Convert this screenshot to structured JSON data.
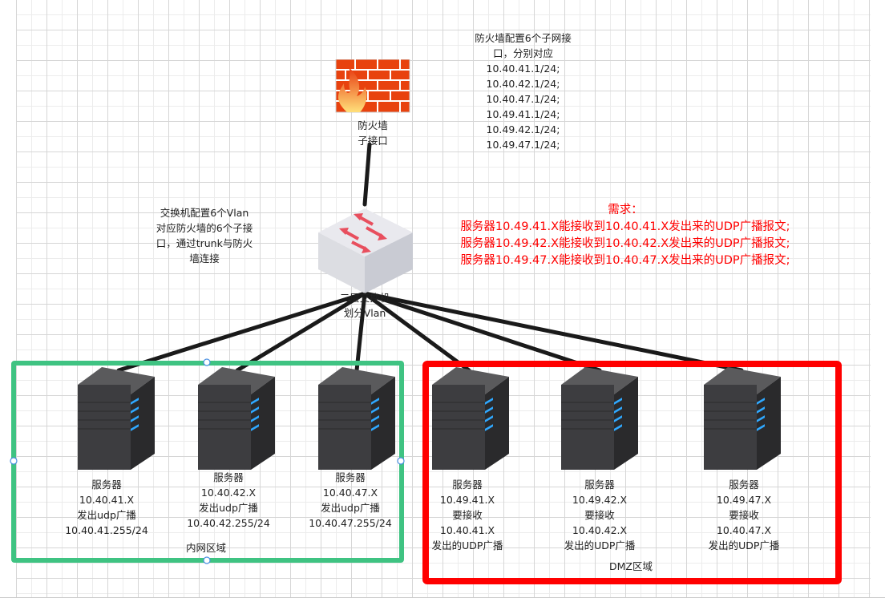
{
  "firewall": {
    "label": [
      "防火墙",
      "子接口"
    ],
    "note": [
      "防火墙配置6个子网接",
      "口，分别对应",
      "10.40.41.1/24;",
      "10.40.42.1/24;",
      "10.40.47.1/24;",
      "10.49.41.1/24;",
      "10.49.42.1/24;",
      "10.49.47.1/24;"
    ]
  },
  "switch": {
    "label": [
      "二层交换机",
      "划分Vlan"
    ],
    "note": [
      "交换机配置6个Vlan",
      "对应防火墙的6个子接",
      "口，通过trunk与防火",
      "墙连接"
    ]
  },
  "requirement": [
    "需求：",
    "服务器10.49.41.X能接收到10.40.41.X发出来的UDP广播报文;",
    "服务器10.49.42.X能接收到10.40.42.X发出来的UDP广播报文;",
    "服务器10.49.47.X能接收到10.40.47.X发出来的UDP广播报文;"
  ],
  "zones": {
    "internal": {
      "label": "内网区域",
      "color": "#3fc382"
    },
    "dmz": {
      "label": "DMZ区域",
      "color": "#ff0000"
    }
  },
  "servers": [
    {
      "lines": [
        "服务器",
        "10.40.41.X",
        "发出udp广播",
        "10.40.41.255/24"
      ]
    },
    {
      "lines": [
        "服务器",
        "10.40.42.X",
        "发出udp广播",
        "10.40.42.255/24"
      ]
    },
    {
      "lines": [
        "服务器",
        "10.40.47.X",
        "发出udp广播",
        "10.40.47.255/24"
      ]
    },
    {
      "lines": [
        "服务器",
        "10.49.41.X",
        "要接收",
        "10.40.41.X",
        "发出的UDP广播"
      ]
    },
    {
      "lines": [
        "服务器",
        "10.49.42.X",
        "要接收",
        "10.40.42.X",
        "发出的UDP广播"
      ]
    },
    {
      "lines": [
        "服务器",
        "10.49.47.X",
        "要接收",
        "10.40.47.X",
        "发出的UDP广播"
      ]
    }
  ]
}
